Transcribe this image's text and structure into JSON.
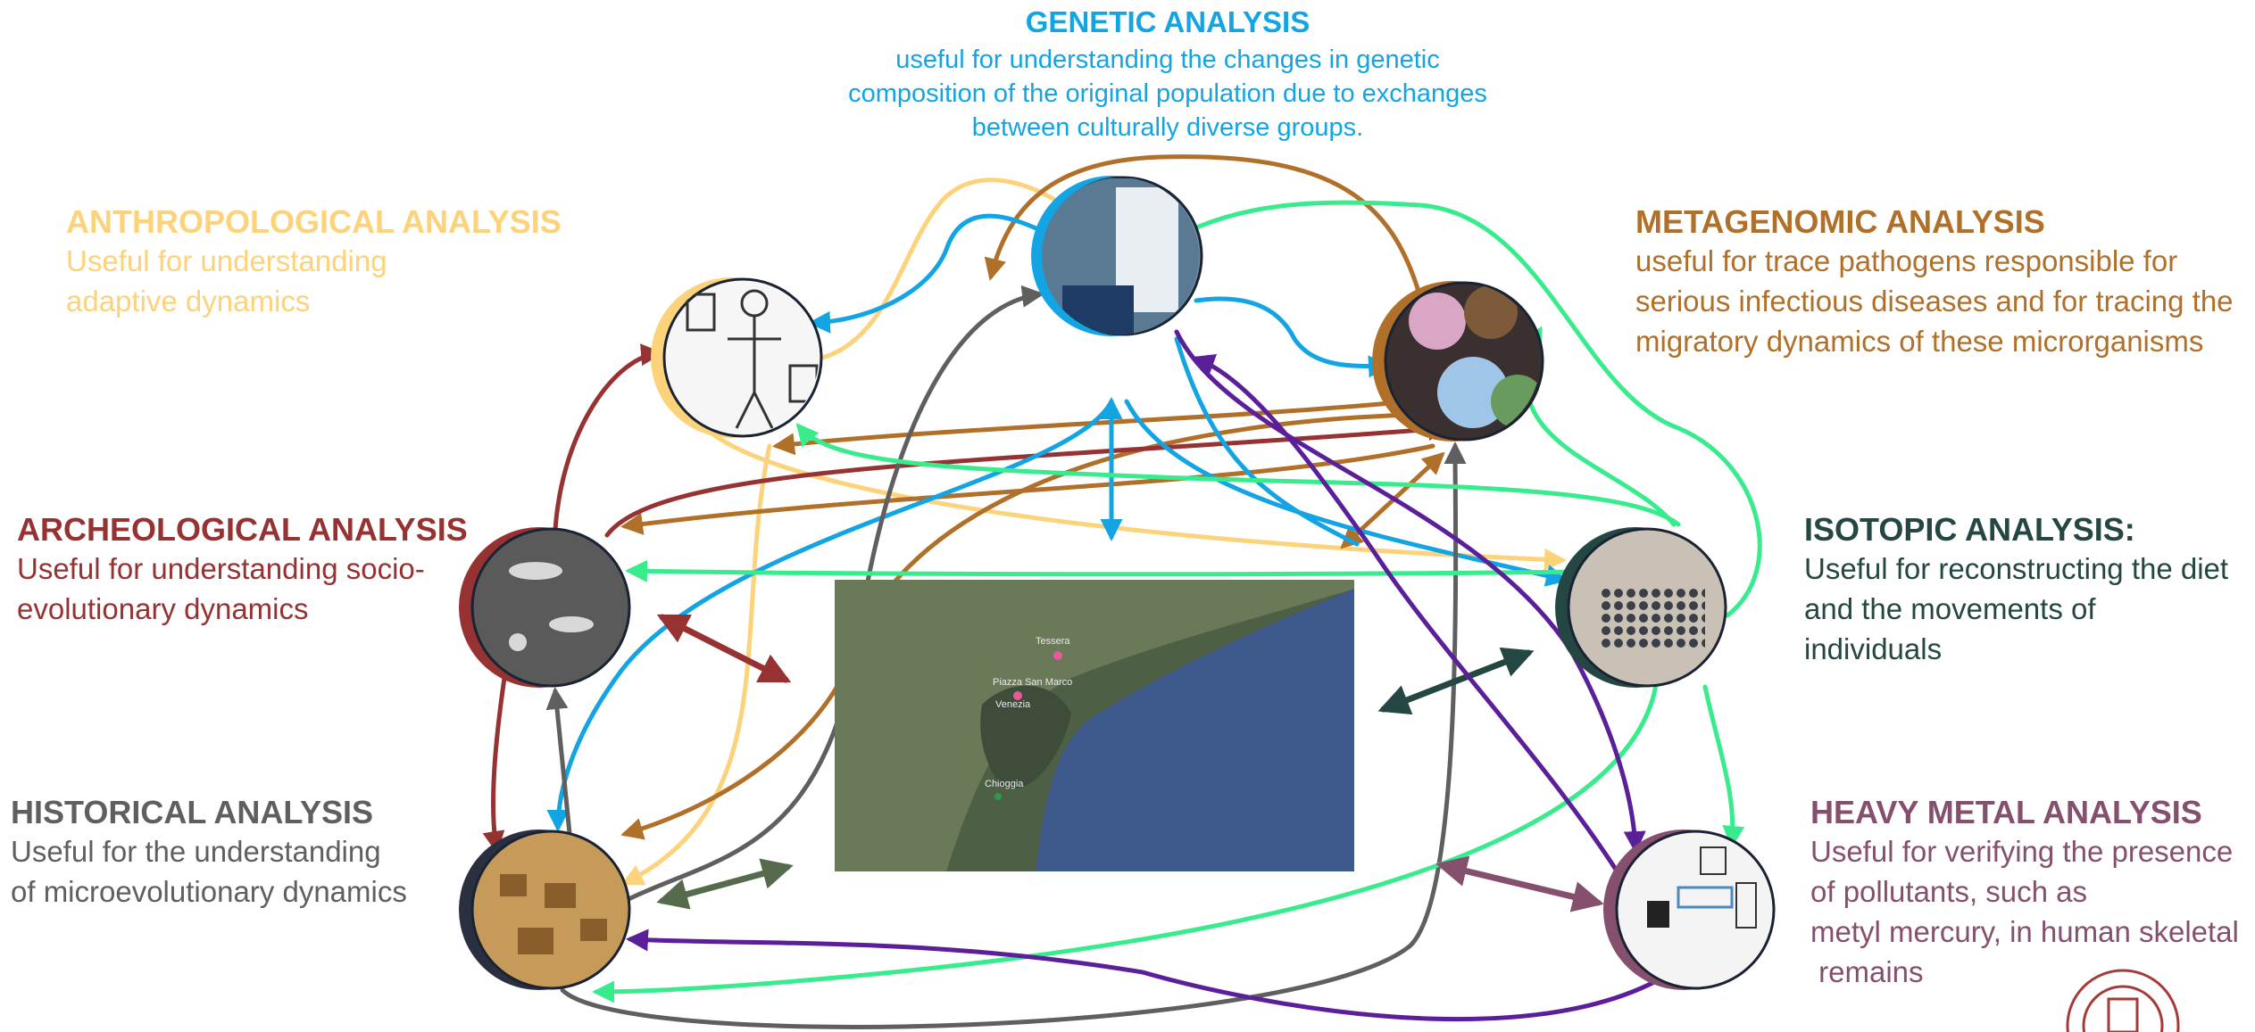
{
  "colors": {
    "genetic": "#12a4e3",
    "anthropological": "#fcd27a",
    "metagenomic": "#b0702a",
    "archeological": "#973233",
    "isotopic": "#254743",
    "historical": "#5f5f5f",
    "heavy_metal": "#84506e",
    "bright_green": "#38eb8c",
    "purple": "#5a1f99",
    "olive": "#566a4c"
  },
  "genetic": {
    "title": "GENETIC ANALYSIS",
    "lines": [
      "useful for understanding the changes in genetic",
      "composition of the original population due to exchanges",
      "between culturally diverse groups."
    ]
  },
  "anthropological": {
    "title": "ANTHROPOLOGICAL ANALYSIS",
    "lines": [
      "Useful for understanding",
      "adaptive dynamics"
    ]
  },
  "metagenomic": {
    "title": "METAGENOMIC ANALYSIS",
    "lines": [
      "useful for trace pathogens responsible for",
      "serious infectious diseases and for tracing the",
      "migratory dynamics of these microrganisms"
    ]
  },
  "archeological": {
    "title": "ARCHEOLOGICAL ANALYSIS",
    "lines": [
      "Useful for understanding socio-",
      "evolutionary dynamics"
    ]
  },
  "isotopic": {
    "title": "ISOTOPIC ANALYSIS:",
    "lines": [
      "Useful for reconstructing the diet",
      "and the movements of",
      "individuals"
    ]
  },
  "historical": {
    "title": "HISTORICAL ANALYSIS",
    "lines": [
      "Useful for the understanding",
      "of microevolutionary dynamics"
    ]
  },
  "heavy_metal": {
    "title": "HEAVY METAL ANALYSIS",
    "lines": [
      "Useful for verifying the presence",
      "of pollutants, such as",
      "metyl mercury, in human skeletal",
      " remains"
    ]
  },
  "map": {
    "labels": [
      "Venezia",
      "Piazza San Marco",
      "Tessera",
      "Chioggia"
    ]
  }
}
